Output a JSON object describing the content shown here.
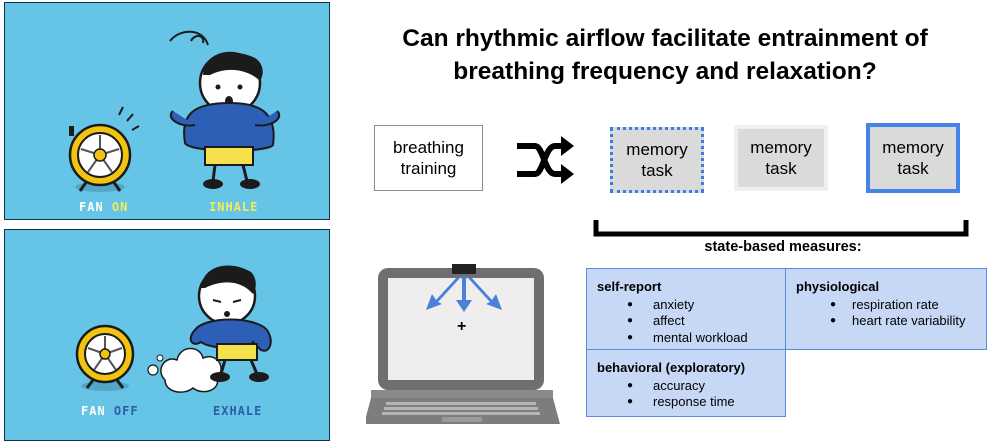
{
  "title": "Can rhythmic airflow facilitate entrainment of breathing frequency and relaxation?",
  "panels": {
    "top": {
      "fan_label": "FAN",
      "fan_state": "ON",
      "breath_label": "INHALE"
    },
    "bottom": {
      "fan_label": "FAN",
      "fan_state": "OFF",
      "breath_label": "EXHALE"
    }
  },
  "flow": {
    "training_box": "breathing training",
    "shuffle_icon": "shuffle-arrows-icon",
    "memory_tasks": [
      "memory task",
      "memory task",
      "memory task"
    ]
  },
  "measures": {
    "title": "state-based measures:",
    "self_report": {
      "heading": "self-report",
      "items": [
        "anxiety",
        "affect",
        "mental workload"
      ]
    },
    "physiological": {
      "heading": "physiological",
      "items": [
        "respiration rate",
        "heart rate variability"
      ]
    },
    "behavioral": {
      "heading": "behavioral (exploratory)",
      "items": [
        "accuracy",
        "response time"
      ]
    }
  },
  "laptop": {
    "screen_symbol": "+"
  },
  "colors": {
    "panel_bg": "#66c4e6",
    "fan_yellow": "#f2c30f",
    "sweater_blue": "#2e5fb7",
    "measure_fill": "#c7d8f6",
    "accent_blue": "#4584e7"
  }
}
